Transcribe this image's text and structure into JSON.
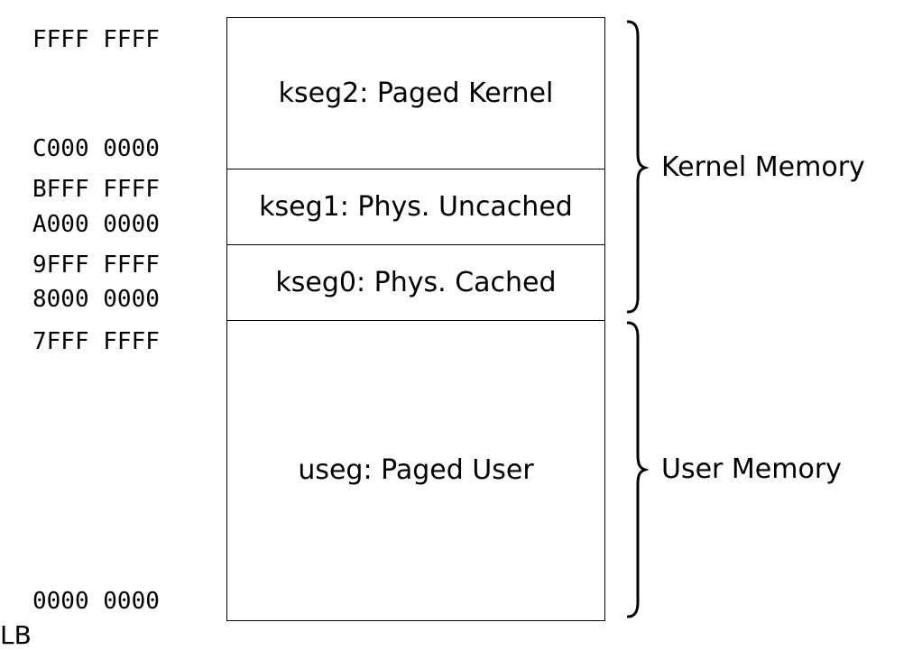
{
  "addresses": {
    "ffff_ffff": "FFFF FFFF",
    "c000_0000": "C000 0000",
    "bfff_ffff": "BFFF FFFF",
    "a000_0000": "A000 0000",
    "9fff_ffff": "9FFF FFFF",
    "8000_0000": "8000 0000",
    "7fff_ffff": "7FFF FFFF",
    "0000_0000": "0000 0000"
  },
  "segments": {
    "kseg2": "kseg2: Paged Kernel",
    "kseg1": "kseg1: Phys. Uncached",
    "kseg0": "kseg0: Phys. Cached",
    "useg": "useg: Paged User"
  },
  "regions": {
    "kernel": "Kernel Memory",
    "user": "User Memory"
  },
  "footer": "LB"
}
